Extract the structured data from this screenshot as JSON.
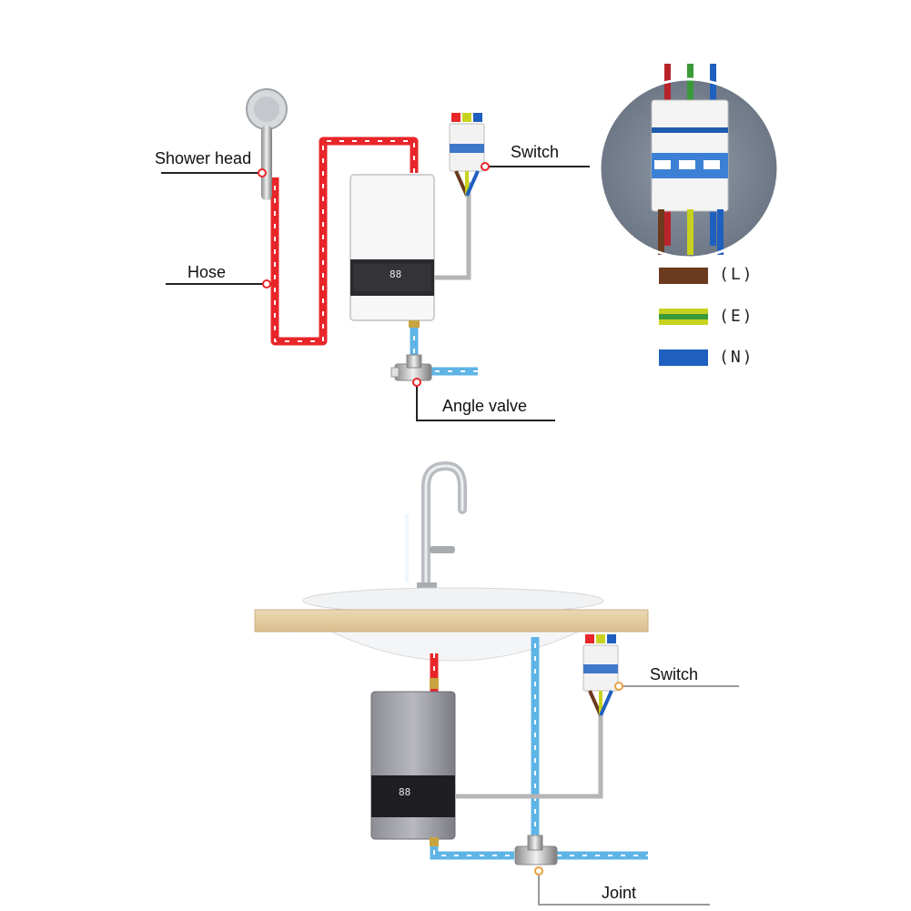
{
  "top_diagram": {
    "labels": {
      "shower_head": "Shower head",
      "hose": "Hose",
      "switch": "Switch",
      "angle_valve": "Angle valve"
    },
    "heater_display": "88",
    "wire_legend": [
      {
        "code": "(L)",
        "color": "#6b3a1f"
      },
      {
        "code": "(E)",
        "color": "#c8d21e"
      },
      {
        "code": "(N)",
        "color": "#1f5fbf"
      }
    ]
  },
  "bottom_diagram": {
    "labels": {
      "switch": "Switch",
      "joint": "Joint"
    },
    "heater_display": "88"
  },
  "colors": {
    "hot_pipe": "#e8262a",
    "cold_pipe": "#5fb4e6",
    "leader_line": "#222222",
    "pointer_ring": "#e8262a"
  }
}
